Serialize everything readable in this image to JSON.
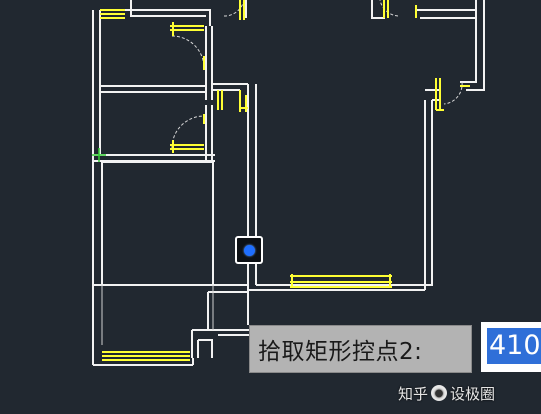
{
  "prompt": {
    "text": "拾取矩形控点2:",
    "value": "410"
  },
  "watermark": {
    "site": "知乎",
    "author": "设极圈"
  },
  "colors": {
    "background": "#212830",
    "wall": "#f2f2f2",
    "door": "#ffff33",
    "snap": "#1f6fff",
    "prompt_bg": "#b3b3b3",
    "input_highlight": "#2f6fd8",
    "ucs": "#33cc33"
  },
  "icons": {
    "snap_marker": "endpoint-snap-icon",
    "ucs": "ucs-crosshair-icon"
  }
}
